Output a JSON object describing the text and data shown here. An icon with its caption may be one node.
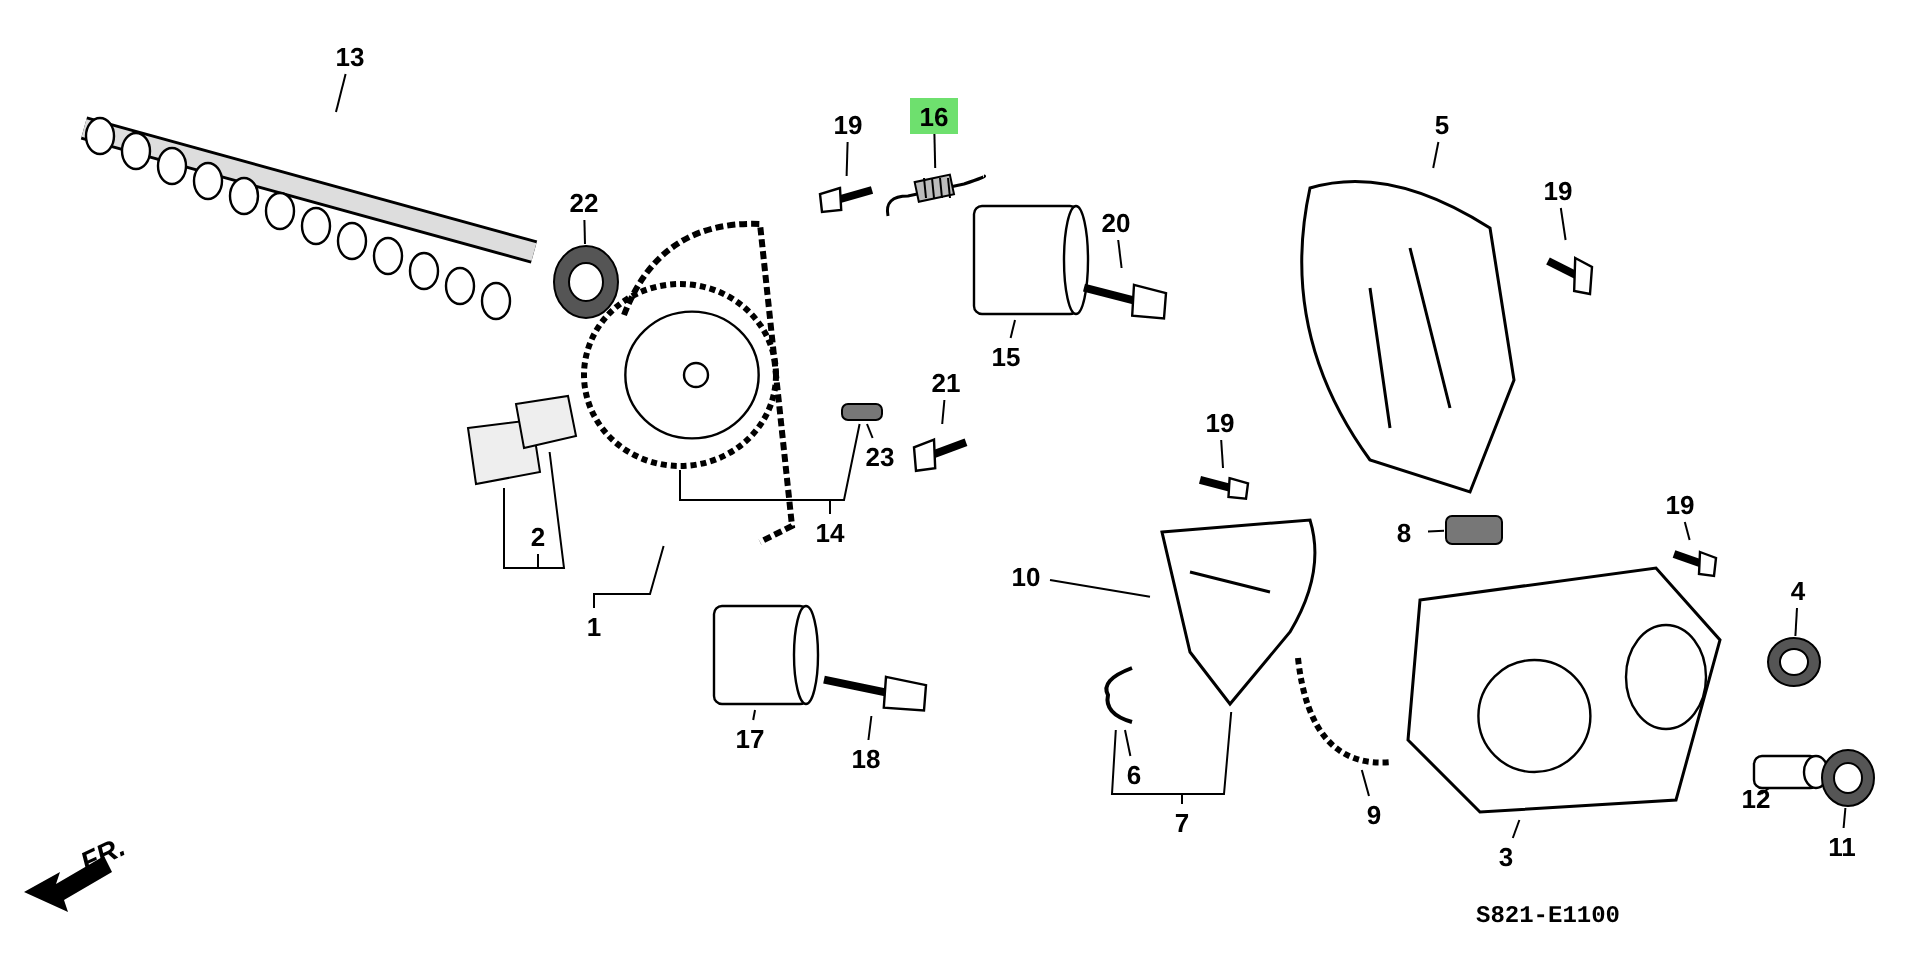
{
  "diagram": {
    "nodes": [
      {
        "text": [
          "13"
        ]
      },
      {
        "text": [
          "22"
        ]
      },
      {
        "text": [
          "16"
        ]
      },
      {
        "text": [
          "19"
        ]
      },
      {
        "text": [
          "20"
        ]
      },
      {
        "text": [
          "15"
        ]
      },
      {
        "text": [
          "21"
        ]
      },
      {
        "text": [
          "23"
        ]
      },
      {
        "text": [
          "14"
        ]
      },
      {
        "text": [
          "2"
        ]
      },
      {
        "text": [
          "1"
        ]
      },
      {
        "text": [
          "5"
        ]
      },
      {
        "text": [
          "19"
        ]
      },
      {
        "text": [
          "19"
        ]
      },
      {
        "text": [
          "10"
        ]
      },
      {
        "text": [
          "8"
        ]
      },
      {
        "text": [
          "19"
        ]
      },
      {
        "text": [
          "4"
        ]
      },
      {
        "text": [
          "17"
        ]
      },
      {
        "text": [
          "18"
        ]
      },
      {
        "text": [
          "6"
        ]
      },
      {
        "text": [
          "7"
        ]
      },
      {
        "text": [
          "9"
        ]
      },
      {
        "text": [
          "3"
        ]
      },
      {
        "text": [
          "12"
        ]
      },
      {
        "text": [
          "11"
        ]
      },
      {
        "text": [],
        "shape": "picture"
      },
      {
        "text": [],
        "shape": "picture"
      },
      {
        "text": [],
        "shape": "picture"
      },
      {
        "text": [],
        "shape": "bar"
      },
      {
        "text": [],
        "shape": "picture"
      },
      {
        "text": [],
        "shape": "picture"
      },
      {
        "text": [],
        "shape": "picture"
      },
      {
        "text": [],
        "shape": "picture"
      },
      {
        "text": [],
        "shape": "picture"
      },
      {
        "text": [],
        "shape": "cylinder"
      },
      {
        "text": [],
        "shape": "picture"
      },
      {
        "text": [],
        "shape": "picture"
      },
      {
        "text": [],
        "shape": "picture"
      },
      {
        "text": [],
        "shape": "picture"
      },
      {
        "text": [],
        "shape": "picture"
      },
      {
        "text": [],
        "shape": "picture"
      },
      {
        "text": [],
        "shape": "bar"
      },
      {
        "text": [],
        "shape": "picture"
      },
      {
        "text": [],
        "shape": "picture"
      },
      {
        "text": [],
        "shape": "picture"
      },
      {
        "text": [],
        "shape": "picture"
      },
      {
        "text": [],
        "shape": "cylinder"
      },
      {
        "text": [],
        "shape": "picture"
      },
      {
        "text": [],
        "shape": "cylinder"
      },
      {
        "text": [],
        "shape": "picture"
      },
      {
        "text": [],
        "shape": "picture"
      }
    ],
    "edges": [
      {
        "from": 0,
        "to": 26,
        "arrow": "none"
      },
      {
        "from": 1,
        "to": 27,
        "arrow": "none"
      },
      {
        "from": 2,
        "to": 34,
        "arrow": "none"
      },
      {
        "from": 3,
        "to": 33,
        "arrow": "none"
      },
      {
        "from": 4,
        "to": 36,
        "arrow": "none"
      },
      {
        "from": 5,
        "to": 35,
        "arrow": "none"
      },
      {
        "from": 6,
        "to": 37,
        "arrow": "none"
      },
      {
        "from": 7,
        "to": 29,
        "arrow": "none"
      },
      {
        "from": 8,
        "to": 28,
        "arrow": "none"
      },
      {
        "from": 8,
        "to": 29,
        "arrow": "none"
      },
      {
        "from": 9,
        "to": 31,
        "arrow": "none"
      },
      {
        "from": 9,
        "to": 32,
        "arrow": "none"
      },
      {
        "from": 10,
        "to": 30,
        "arrow": "none"
      },
      {
        "from": 11,
        "to": 38,
        "arrow": "none"
      },
      {
        "from": 12,
        "to": 39,
        "arrow": "none"
      },
      {
        "from": 13,
        "to": 40,
        "arrow": "none"
      },
      {
        "from": 14,
        "to": 41,
        "arrow": "none"
      },
      {
        "from": 15,
        "to": 42,
        "arrow": "none"
      },
      {
        "from": 16,
        "to": 43,
        "arrow": "none"
      },
      {
        "from": 17,
        "to": 45,
        "arrow": "none"
      },
      {
        "from": 18,
        "to": 49,
        "arrow": "none"
      },
      {
        "from": 19,
        "to": 50,
        "arrow": "none"
      },
      {
        "from": 20,
        "to": 51,
        "arrow": "none"
      },
      {
        "from": 21,
        "to": 51,
        "arrow": "none"
      },
      {
        "from": 21,
        "to": 41,
        "arrow": "none"
      },
      {
        "from": 22,
        "to": 46,
        "arrow": "none"
      },
      {
        "from": 23,
        "to": 44,
        "arrow": "none"
      },
      {
        "from": 24,
        "to": 47,
        "arrow": "none"
      },
      {
        "from": 25,
        "to": 48,
        "arrow": "none"
      }
    ],
    "labels": [
      "FR.",
      "S821-E1100"
    ]
  }
}
